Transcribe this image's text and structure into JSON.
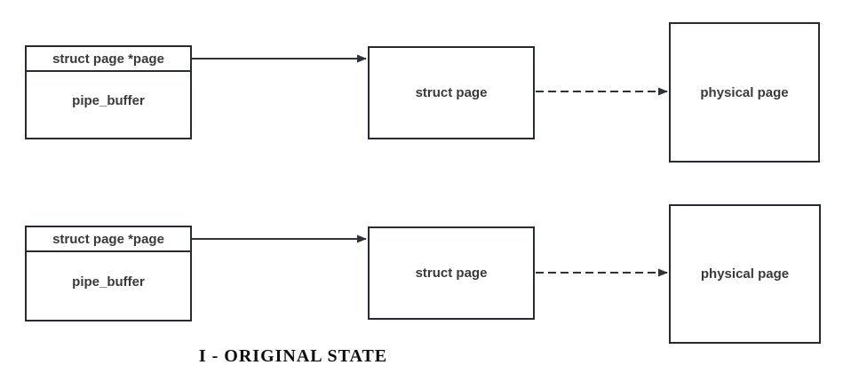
{
  "diagram": {
    "caption": "I - ORIGINAL STATE",
    "colors": {
      "background": "#ffffff",
      "border": "#262b33",
      "text": "#3a3a3a",
      "arrow": "#2e323a",
      "caption": "#0d0d0d"
    },
    "rows": [
      {
        "name": "row-1",
        "pipe_buffer": {
          "pointer_label": "struct page *page",
          "label": "pipe_buffer"
        },
        "struct_page": {
          "label": "struct page"
        },
        "physical_page": {
          "label": "physical page"
        }
      },
      {
        "name": "row-2",
        "pipe_buffer": {
          "pointer_label": "struct page *page",
          "label": "pipe_buffer"
        },
        "struct_page": {
          "label": "struct page"
        },
        "physical_page": {
          "label": "physical page"
        }
      }
    ],
    "connections": [
      {
        "row": 1,
        "from": "pipe_buffer.pointer",
        "to": "struct_page",
        "style": "solid"
      },
      {
        "row": 1,
        "from": "struct_page",
        "to": "physical_page",
        "style": "dashed"
      },
      {
        "row": 2,
        "from": "pipe_buffer.pointer",
        "to": "struct_page",
        "style": "solid"
      },
      {
        "row": 2,
        "from": "struct_page",
        "to": "physical_page",
        "style": "dashed"
      }
    ]
  }
}
